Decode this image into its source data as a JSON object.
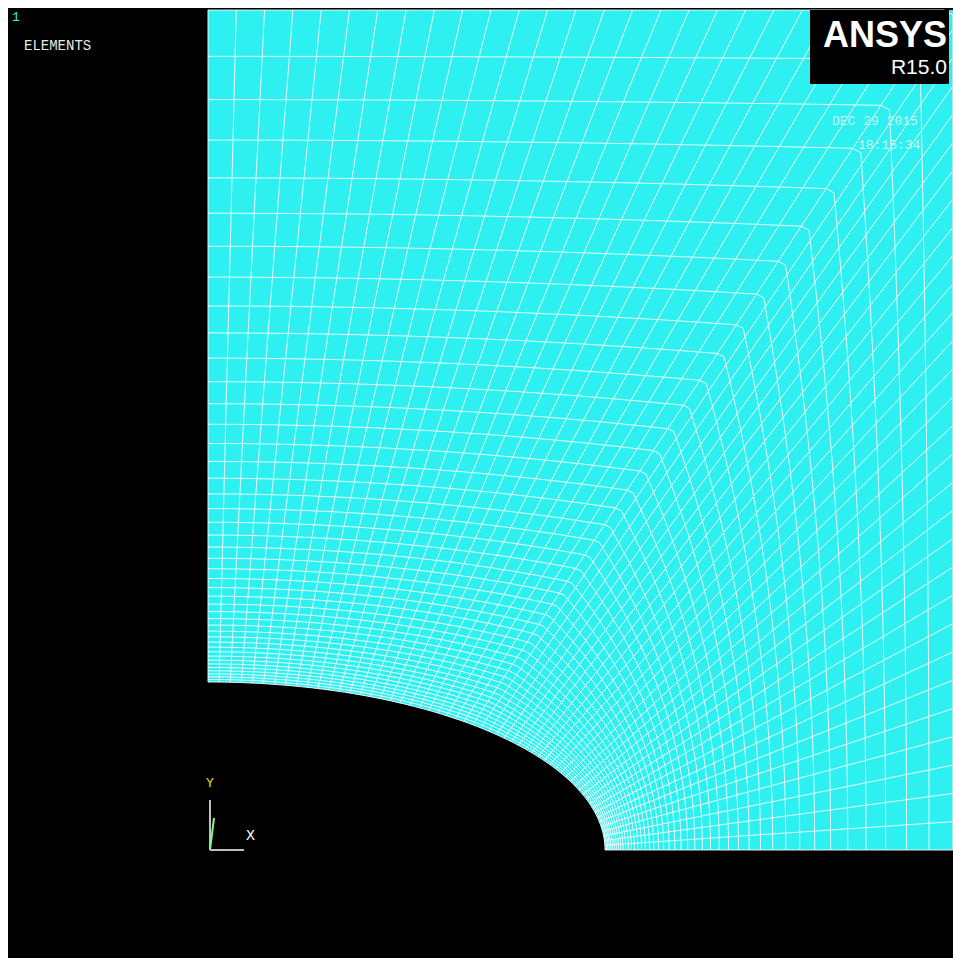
{
  "diagram": {
    "nodes": [
      {
        "text": [
          "ANSYS",
          "R15.0"
        ]
      }
    ],
    "labels": [
      "1",
      "ELEMENTS",
      "DEC 29 2015",
      "18:15:34",
      "Y",
      "X"
    ]
  }
}
